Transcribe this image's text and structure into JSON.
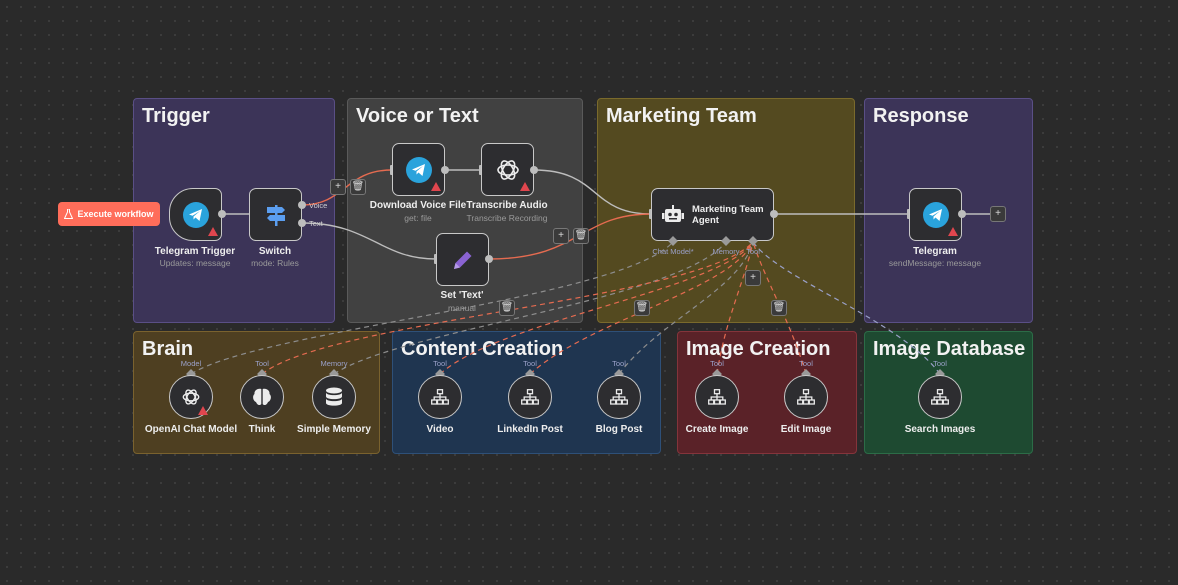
{
  "toolbar": {
    "execute_label": "Execute workflow"
  },
  "groups": {
    "trigger": {
      "title": "Trigger",
      "color": "#3c3458"
    },
    "voice": {
      "title": "Voice or Text",
      "color": "#414141"
    },
    "marketing": {
      "title": "Marketing Team",
      "color": "#544a20"
    },
    "response": {
      "title": "Response",
      "color": "#3c3458"
    },
    "brain": {
      "title": "Brain",
      "color": "#4e3f21"
    },
    "content": {
      "title": "Content Creation",
      "color": "#1f3550"
    },
    "image": {
      "title": "Image Creation",
      "color": "#5a2228"
    },
    "database": {
      "title": "Image Database",
      "color": "#1e4a31"
    }
  },
  "nodes": {
    "telegram_trigger": {
      "label": "Telegram Trigger",
      "sub": "Updates: message",
      "icon": "telegram-icon"
    },
    "switch": {
      "label": "Switch",
      "sub": "mode: Rules",
      "icon": "signpost-icon",
      "outputs": [
        "Voice",
        "Text"
      ]
    },
    "download_voice": {
      "label": "Download Voice File",
      "sub": "get: file",
      "icon": "telegram-icon"
    },
    "transcribe": {
      "label": "Transcribe Audio",
      "sub": "Transcribe Recording",
      "icon": "openai-icon"
    },
    "set_text": {
      "label": "Set 'Text'",
      "sub": "manual",
      "icon": "pencil-icon"
    },
    "agent": {
      "label": "Marketing Team Agent",
      "icon": "robot-icon",
      "ports": [
        "Chat Model*",
        "Memory",
        "Tool"
      ]
    },
    "telegram": {
      "label": "Telegram",
      "sub": "sendMessage: message",
      "icon": "telegram-icon"
    },
    "openai_chat": {
      "label": "OpenAI Chat Model",
      "port": "Model",
      "icon": "openai-icon"
    },
    "think": {
      "label": "Think",
      "port": "Tool",
      "icon": "brain-icon"
    },
    "memory": {
      "label": "Simple Memory",
      "port": "Memory",
      "icon": "database-icon"
    },
    "video": {
      "label": "Video",
      "port": "Tool",
      "icon": "sitemap-icon"
    },
    "linkedin": {
      "label": "LinkedIn Post",
      "port": "Tool",
      "icon": "sitemap-icon"
    },
    "blog": {
      "label": "Blog Post",
      "port": "Tool",
      "icon": "sitemap-icon"
    },
    "create_image": {
      "label": "Create Image",
      "port": "Tool",
      "icon": "sitemap-icon"
    },
    "edit_image": {
      "label": "Edit Image",
      "port": "Tool",
      "icon": "sitemap-icon"
    },
    "search_images": {
      "label": "Search Images",
      "port": "Tool",
      "icon": "sitemap-icon"
    }
  },
  "colors": {
    "accent": "#ff6d5a",
    "wire": "#bdbdbd",
    "active_wire": "#e56b50",
    "subnode_wire": "#8d8d8d",
    "telegram": "#2aa3dc",
    "warning": "#e0464e"
  }
}
